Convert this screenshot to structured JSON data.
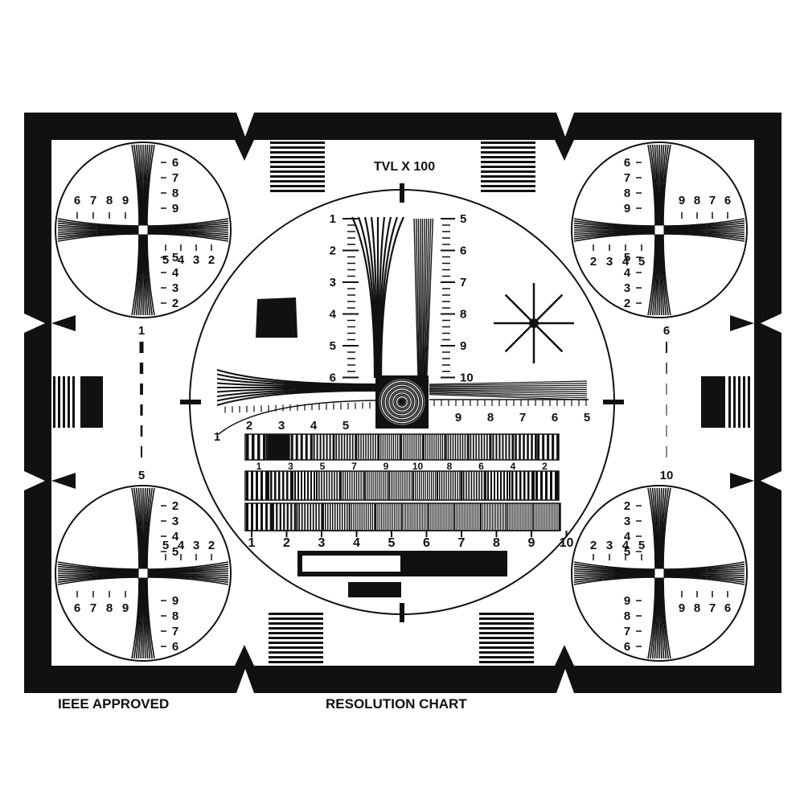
{
  "chart_title": "TVL X 100",
  "captions": {
    "left": "IEEE APPROVED",
    "center": "RESOLUTION CHART"
  },
  "colors": {
    "ink": "#111111",
    "paper": "#ffffff"
  },
  "center_labels": {
    "left_scale": [
      "1",
      "2",
      "3",
      "4",
      "5",
      "6"
    ],
    "right_scale": [
      "5",
      "6",
      "7",
      "8",
      "9",
      "10"
    ],
    "horizontal_left": [
      "1",
      "2",
      "3",
      "4",
      "5"
    ],
    "horizontal_right": [
      "9",
      "8",
      "7",
      "6",
      "5"
    ],
    "bar_row_1": [
      "1",
      "3",
      "5",
      "7",
      "9",
      "10",
      "8",
      "6",
      "4",
      "2"
    ],
    "bottom_scale": [
      "1",
      "2",
      "3",
      "4",
      "5",
      "6",
      "7",
      "8",
      "9",
      "10"
    ]
  },
  "corner_labels": {
    "top_left": {
      "v_top": [
        "6",
        "7",
        "8",
        "9"
      ],
      "v_bottom": [
        "5",
        "4",
        "3",
        "2"
      ],
      "h_left": [
        "6",
        "7",
        "8",
        "9"
      ],
      "h_right": [
        "5",
        "4",
        "3",
        "2"
      ]
    },
    "top_right": {
      "v_top": [
        "6",
        "7",
        "8",
        "9"
      ],
      "v_bottom": [
        "5",
        "4",
        "3",
        "2"
      ],
      "h_left": [
        "2",
        "3",
        "4",
        "5"
      ],
      "h_right": [
        "9",
        "8",
        "7",
        "6"
      ]
    },
    "bottom_left": {
      "v_top": [
        "2",
        "3",
        "4",
        "5"
      ],
      "v_bottom": [
        "9",
        "8",
        "7",
        "6"
      ],
      "h_left": [
        "6",
        "7",
        "8",
        "9"
      ],
      "h_right": [
        "5",
        "4",
        "3",
        "2"
      ]
    },
    "bottom_right": {
      "v_top": [
        "2",
        "3",
        "4",
        "5"
      ],
      "v_bottom": [
        "9",
        "8",
        "7",
        "6"
      ],
      "h_left": [
        "2",
        "3",
        "4",
        "5"
      ],
      "h_right": [
        "9",
        "8",
        "7",
        "6"
      ]
    }
  },
  "side_labels": {
    "left_top": "1",
    "left_bottom": "5",
    "right_top": "6",
    "right_bottom": "10"
  }
}
